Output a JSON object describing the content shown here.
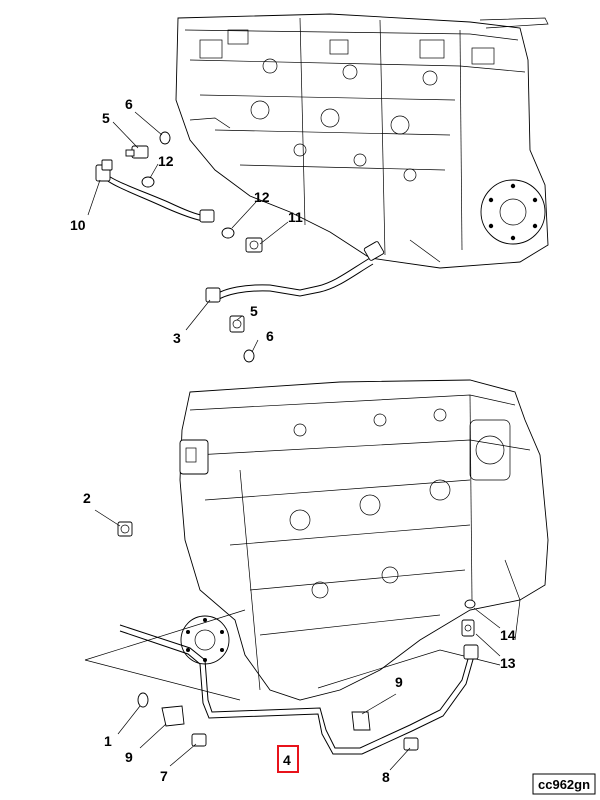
{
  "figure": {
    "reference_code": "cc962gn",
    "highlight_color": "#e8131b",
    "highlighted_part": "4"
  },
  "callouts": {
    "upper": {
      "p5a": "5",
      "p6a": "6",
      "p12a": "12",
      "p10": "10",
      "p12b": "12",
      "p11": "11",
      "p5b": "5",
      "p3": "3",
      "p6b": "6"
    },
    "lower": {
      "p2": "2",
      "p14": "14",
      "p13": "13",
      "p1": "1",
      "p9a": "9",
      "p9b": "9",
      "p7": "7",
      "p4": "4",
      "p8": "8"
    }
  }
}
